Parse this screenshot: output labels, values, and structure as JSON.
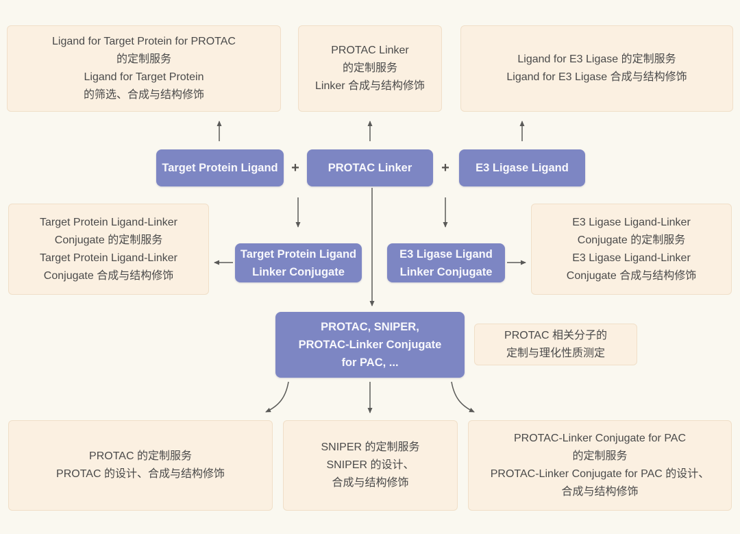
{
  "colors": {
    "background": "#FAF8F0",
    "accent_purple": "#7D86C3",
    "cream_fill": "#FBF0E1",
    "cream_border": "#F0DFC8",
    "arrow_gray": "#5A5A58",
    "text_dark": "#4A4A4A",
    "text_light": "#F8F8FC"
  },
  "top_row": {
    "ligand_target_protein_service": {
      "lines": [
        "Ligand for Target Protein for PROTAC",
        "的定制服务",
        "Ligand for Target Protein",
        "的筛选、合成与结构修饰"
      ]
    },
    "protac_linker_service": {
      "lines": [
        "PROTAC Linker",
        "的定制服务",
        "Linker 合成与结构修饰"
      ]
    },
    "ligand_e3_ligase_service": {
      "lines": [
        "Ligand for E3 Ligase 的定制服务",
        "Ligand for E3 Ligase 合成与结构修饰"
      ]
    }
  },
  "component_row": {
    "target_protein_ligand": "Target Protein Ligand",
    "plus_1": "+",
    "protac_linker": "PROTAC Linker",
    "plus_2": "+",
    "e3_ligase_ligand": "E3 Ligase Ligand"
  },
  "conjugate_row": {
    "target_conjugate_service": {
      "lines": [
        "Target Protein Ligand-Linker",
        "Conjugate 的定制服务",
        "Target Protein Ligand-Linker",
        "Conjugate 合成与结构修饰"
      ]
    },
    "target_protein_ligand_linker_conjugate": {
      "lines": [
        "Target Protein Ligand",
        "Linker Conjugate"
      ]
    },
    "e3_ligase_ligand_linker_conjugate": {
      "lines": [
        "E3 Ligase Ligand",
        "Linker Conjugate"
      ]
    },
    "e3_conjugate_service": {
      "lines": [
        "E3 Ligase Ligand-Linker",
        "Conjugate 的定制服务",
        "E3 Ligase Ligand-Linker",
        "Conjugate 合成与结构修饰"
      ]
    }
  },
  "center": {
    "protac_sniper_conjugate": {
      "lines": [
        "PROTAC, SNIPER,",
        "PROTAC-Linker Conjugate",
        "for PAC, ..."
      ]
    },
    "protac_properties_service": {
      "lines": [
        "PROTAC 相关分子的",
        "定制与理化性质测定"
      ]
    }
  },
  "bottom_row": {
    "protac_service": {
      "lines": [
        "PROTAC 的定制服务",
        "PROTAC 的设计、合成与结构修饰"
      ]
    },
    "sniper_service": {
      "lines": [
        "SNIPER 的定制服务",
        "SNIPER 的设计、",
        "合成与结构修饰"
      ]
    },
    "pac_conjugate_service": {
      "lines": [
        "PROTAC-Linker Conjugate for PAC",
        "的定制服务",
        "PROTAC-Linker Conjugate for PAC 的设计、",
        "合成与结构修饰"
      ]
    }
  }
}
